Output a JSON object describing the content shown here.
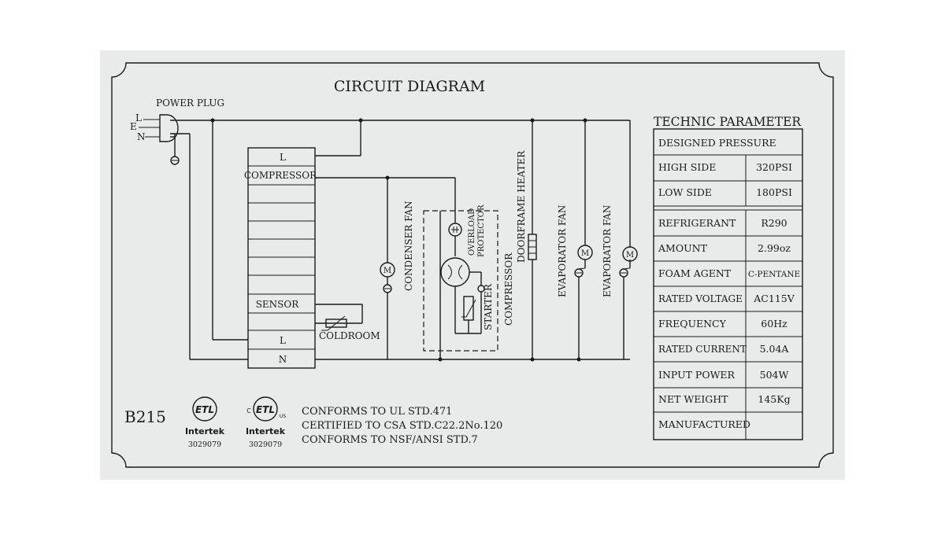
{
  "diagram": {
    "title": "CIRCUIT DIAGRAM",
    "power_plug": {
      "label": "POWER PLUG",
      "pins": [
        "L",
        "E",
        "N"
      ]
    },
    "terminal_block": {
      "top_label": "L",
      "compressor_label": "COMPRESSOR",
      "sensor_label": "SENSOR",
      "l_label": "L",
      "n_label": "N"
    },
    "coldroom_label": "COLDROOM",
    "components": {
      "condenser_fan": "CONDENSER FAN",
      "overload_protector_line1": "OVERLOAD",
      "overload_protector_line2": "PROTECTOR",
      "starter": "STARTER",
      "compressor": "COMPRESSOR",
      "doorframe_heater": "DOORFRAME HEATER",
      "evaporator_fan_1": "EVAPORATOR FAN",
      "evaporator_fan_2": "EVAPORATOR FAN",
      "motor_symbol": "M"
    }
  },
  "parameters": {
    "title": "TECHNIC PARAMETER",
    "header": "DESIGNED PRESSURE",
    "rows": [
      {
        "label": "HIGH SIDE",
        "value": "320PSI"
      },
      {
        "label": "LOW SIDE",
        "value": "180PSI"
      },
      {
        "label": "REFRIGERANT",
        "value": "R290"
      },
      {
        "label": "AMOUNT",
        "value": "2.99oz"
      },
      {
        "label": "FOAM AGENT",
        "value": "C-PENTANE"
      },
      {
        "label": "RATED VOLTAGE",
        "value": "AC115V"
      },
      {
        "label": "FREQUENCY",
        "value": "60Hz"
      },
      {
        "label": "RATED CURRENT",
        "value": "5.04A"
      },
      {
        "label": "INPUT POWER",
        "value": "504W"
      },
      {
        "label": "NET WEIGHT",
        "value": "145Kg"
      },
      {
        "label": "MANUFACTURED",
        "value": ""
      }
    ]
  },
  "footer": {
    "model": "B215",
    "logo1": {
      "mark": "ETL",
      "brand": "Intertek",
      "number": "3029079"
    },
    "logo2": {
      "mark": "ETL",
      "left": "C",
      "right": "US",
      "brand": "Intertek",
      "number": "3029079"
    },
    "conformance": [
      "CONFORMS TO UL STD.471",
      "CERTIFIED TO CSA STD.C22.2No.120",
      "CONFORMS TO NSF/ANSI STD.7"
    ]
  }
}
